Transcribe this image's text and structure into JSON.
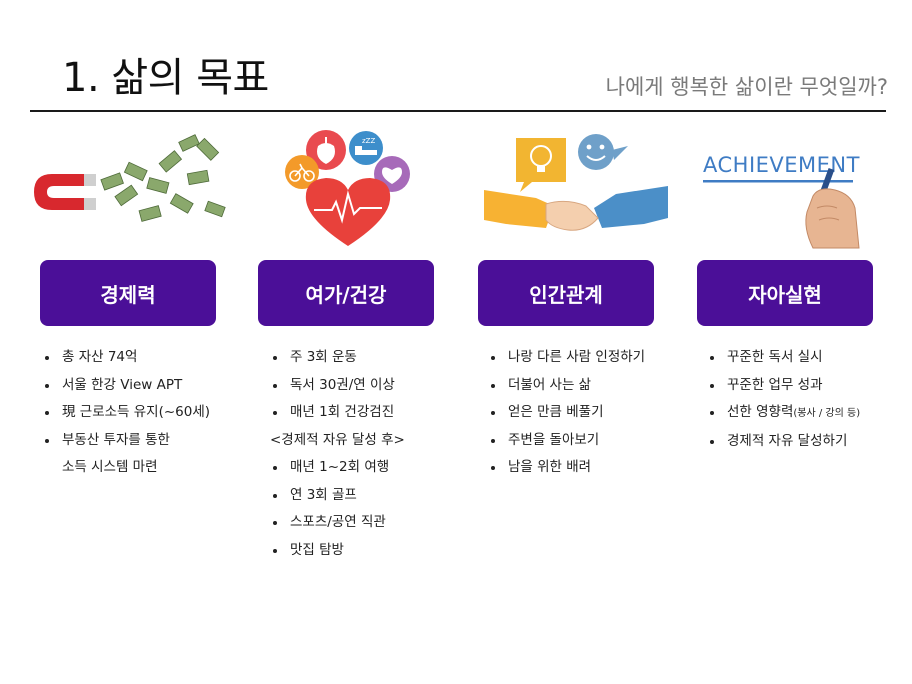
{
  "header": {
    "title": "1. 삶의 목표",
    "subtitle": "나에게 행복한 삶이란 무엇일까?"
  },
  "columns": [
    {
      "label": "경제력",
      "items": [
        {
          "text": "총 자산 74억"
        },
        {
          "text": "서울 한강 View APT"
        },
        {
          "text": "現 근로소득 유지(~60세)"
        },
        {
          "text": "부동산 투자를 통한"
        },
        {
          "text": "소득 시스템 마련"
        }
      ]
    },
    {
      "label": "여가/건강",
      "items": [
        {
          "text": "주 3회 운동"
        },
        {
          "text": "독서 30권/연 이상"
        },
        {
          "text": "매년 1회 건강검진"
        },
        {
          "text": "<경제적 자유 달성 후>"
        },
        {
          "text": "매년 1~2회 여행"
        },
        {
          "text": "연 3회 골프"
        },
        {
          "text": "스포츠/공연 직관"
        },
        {
          "text": "맛집 탐방"
        }
      ]
    },
    {
      "label": "인간관계",
      "items": [
        {
          "text": "나랑 다른 사람 인정하기"
        },
        {
          "text": "더불어 사는 삶"
        },
        {
          "text": "얻은 만큼 베풀기"
        },
        {
          "text": "주변을 돌아보기"
        },
        {
          "text": "남을 위한 배려"
        }
      ]
    },
    {
      "label": "자아실현",
      "items": [
        {
          "text": "꾸준한 독서 실시"
        },
        {
          "text": "꾸준한 업무 성과"
        },
        {
          "text": "선한 영향력",
          "suffix": "(봉사 / 강의 등)"
        },
        {
          "text": "경제적 자유 달성하기"
        }
      ]
    }
  ],
  "illustrations": {
    "achievement_word": "ACHIEVEMENT",
    "zz_text": "zZZ",
    "colors": {
      "pill": "#4b0f98",
      "heart": "#e8413b",
      "apple_circle": "#e94a4f",
      "bike_circle": "#f39a2a",
      "bed_circle": "#3d8ecb",
      "heartbeat_circle": "#a76ab9",
      "bulb_bubble": "#f2b531",
      "smile_bubble": "#6fa0c9",
      "achievement_text": "#3f7cc4"
    }
  }
}
